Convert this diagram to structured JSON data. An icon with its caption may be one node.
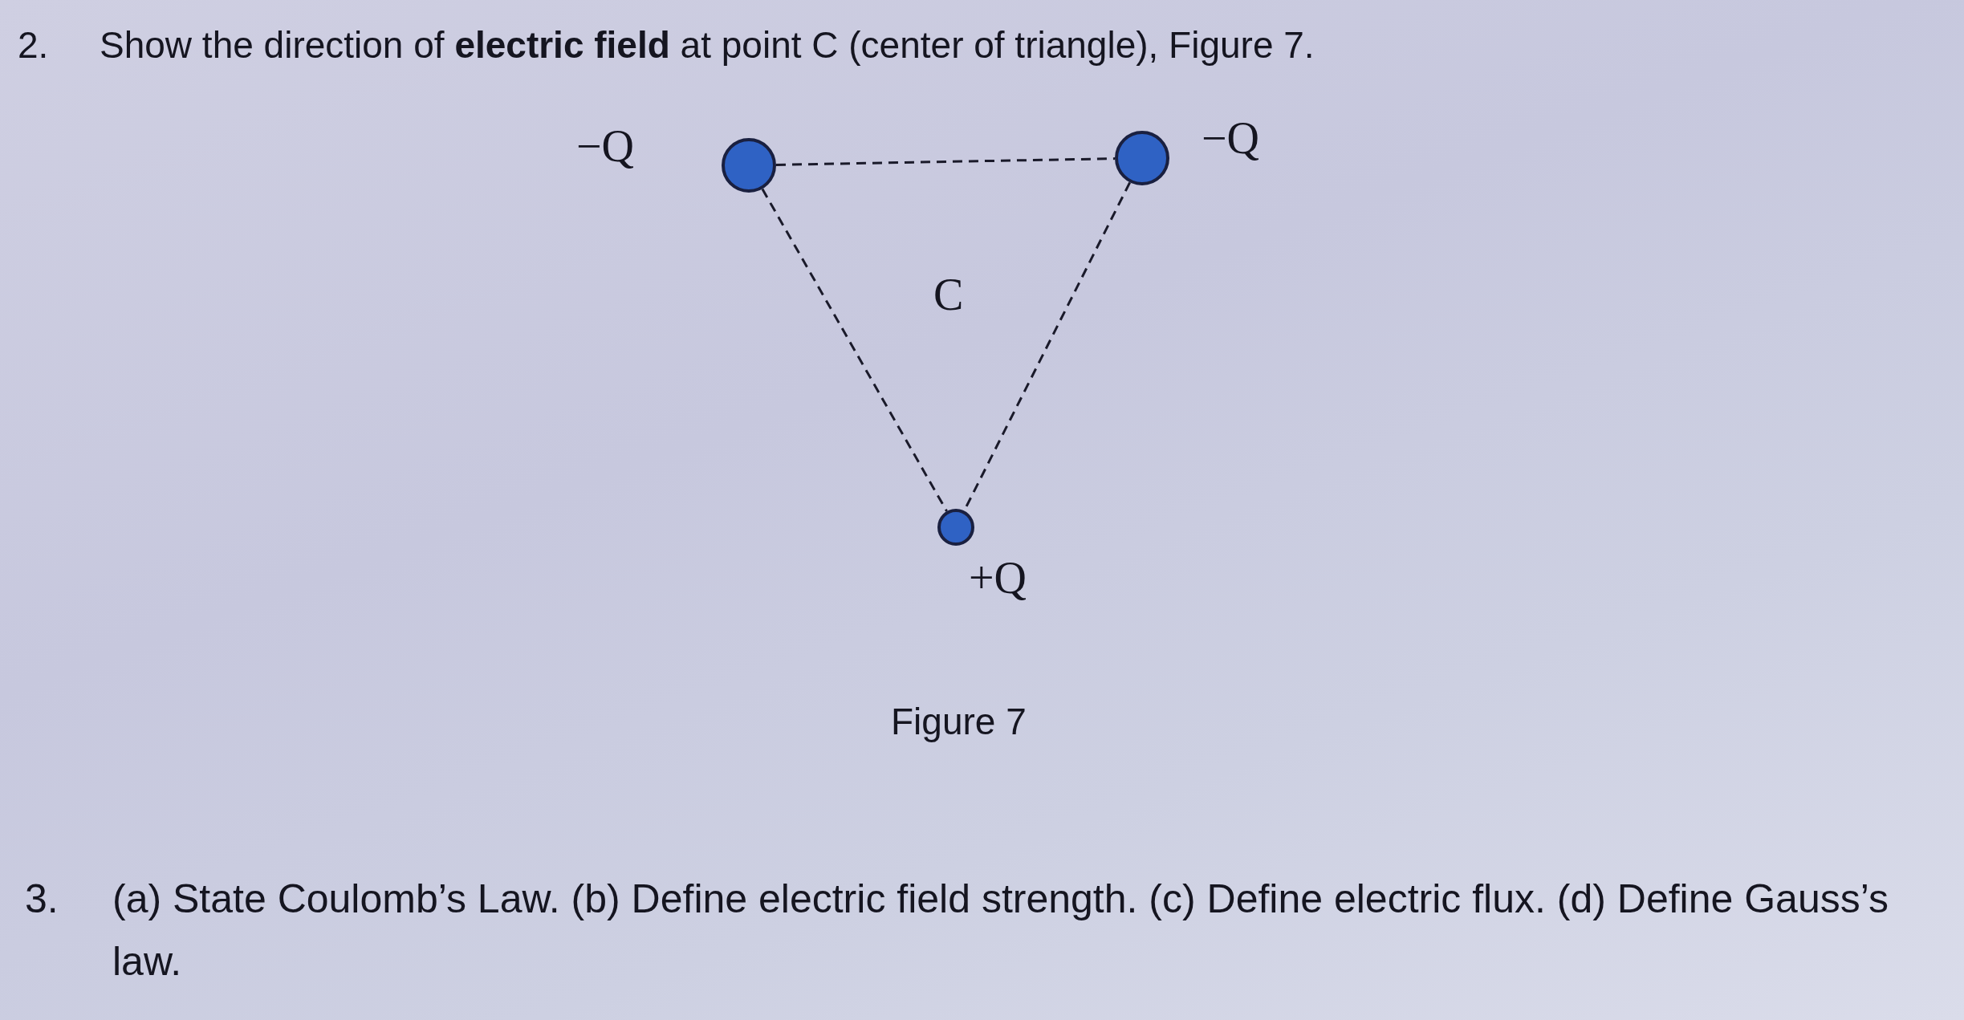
{
  "diagram": {
    "caption": "Figure 7",
    "nodes": [
      {
        "text": [],
        "shape": "circle",
        "beside": [
          "−Q"
        ]
      },
      {
        "text": [],
        "shape": "circle",
        "beside": [
          "−Q"
        ]
      },
      {
        "text": [],
        "shape": "circle",
        "beside": [
          "+Q"
        ]
      }
    ],
    "edges": [
      {
        "from": 0,
        "to": 1,
        "arrow": "none",
        "style": "dashed"
      },
      {
        "from": 0,
        "to": 2,
        "arrow": "none",
        "style": "dashed"
      },
      {
        "from": 1,
        "to": 2,
        "arrow": "none",
        "style": "dashed"
      }
    ],
    "labels": [
      "2.",
      "Show the direction of **electric field** at point C (center of triangle), Figure 7.",
      "C",
      "3.",
      "(a) State Coulomb’s Law. (b) Define electric field strength. (c) Define electric flux. (d) Define Gauss’s law."
    ]
  }
}
